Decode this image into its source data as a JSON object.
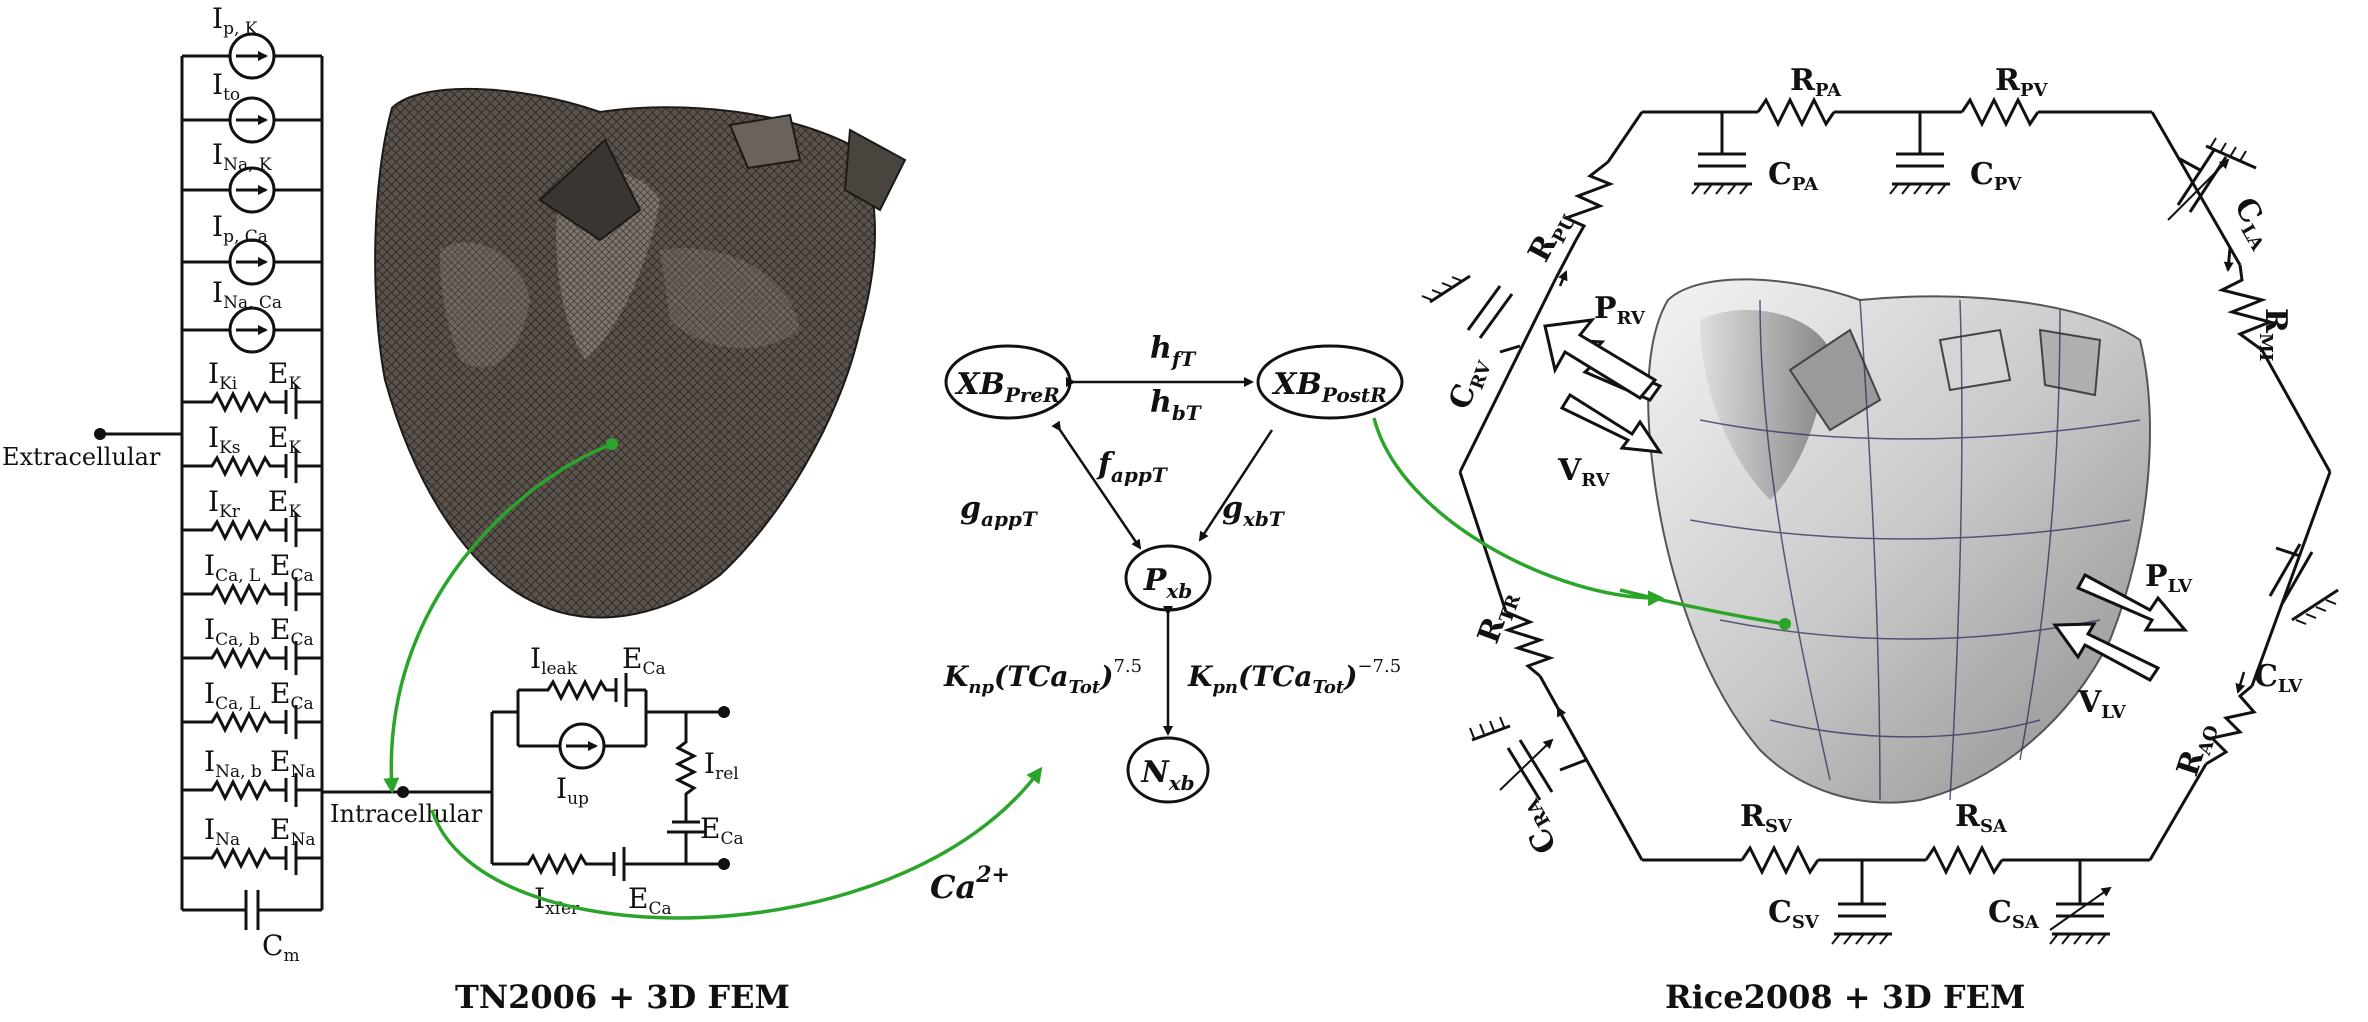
{
  "left_circuit": {
    "current_sources": [
      {
        "main": "I",
        "sub": "p, K"
      },
      {
        "main": "I",
        "sub": "to"
      },
      {
        "main": "I",
        "sub": "Na, K"
      },
      {
        "main": "I",
        "sub": "p, Ca"
      },
      {
        "main": "I",
        "sub": "Na, Ca"
      }
    ],
    "resistor_branches": [
      {
        "main": "I",
        "sub": "Ki",
        "emain": "E",
        "esub": "K"
      },
      {
        "main": "I",
        "sub": "Ks",
        "emain": "E",
        "esub": "K"
      },
      {
        "main": "I",
        "sub": "Kr",
        "emain": "E",
        "esub": "K"
      },
      {
        "main": "I",
        "sub": "Ca, L",
        "emain": "E",
        "esub": "Ca"
      },
      {
        "main": "I",
        "sub": "Ca, b",
        "emain": "E",
        "esub": "Ca"
      },
      {
        "main": "I",
        "sub": "Ca, L",
        "emain": "E",
        "esub": "Ca"
      },
      {
        "main": "I",
        "sub": "Na, b",
        "emain": "E",
        "esub": "Na"
      },
      {
        "main": "I",
        "sub": "Na",
        "emain": "E",
        "esub": "Na"
      }
    ],
    "capacitor": {
      "main": "C",
      "sub": "m"
    },
    "extracellular": "Extracellular",
    "intracellular": "Intracellular",
    "sub_circuit": {
      "leak": {
        "main": "I",
        "sub": "leak"
      },
      "eca1": {
        "main": "E",
        "sub": "Ca"
      },
      "up": {
        "main": "I",
        "sub": "up"
      },
      "rel": {
        "main": "I",
        "sub": "rel"
      },
      "eca2": {
        "main": "E",
        "sub": "Ca"
      },
      "xfer": {
        "main": "I",
        "sub": "xfer"
      },
      "eca3": {
        "main": "E",
        "sub": "Ca"
      }
    },
    "caption": "TN2006 + 3D FEM"
  },
  "middle": {
    "state_pre": {
      "main": "XB",
      "sub": "PreR"
    },
    "state_post": {
      "main": "XB",
      "sub": "PostR"
    },
    "state_pxb": {
      "main": "P",
      "sub": "xb"
    },
    "state_nxb": {
      "main": "N",
      "sub": "xb"
    },
    "hf": {
      "main": "h",
      "sub": "fT"
    },
    "hb": {
      "main": "h",
      "sub": "bT"
    },
    "fapp": {
      "main": "f",
      "sub": "appT"
    },
    "gapp": {
      "main": "g",
      "sub": "appT"
    },
    "gxb": {
      "main": "g",
      "sub": "xbT"
    },
    "knp": {
      "k": "K",
      "ksub": "np",
      "open": "(TCa",
      "tsub": "Tot",
      "close": ")",
      "exp": "7.5"
    },
    "kpn": {
      "k": "K",
      "ksub": "pn",
      "open": "(TCa",
      "tsub": "Tot",
      "close": ")",
      "exp": "−7.5"
    },
    "ion": {
      "main": "Ca",
      "sup": "2+"
    }
  },
  "right_circuit": {
    "RPA": {
      "main": "R",
      "sub": "PA"
    },
    "RPV": {
      "main": "R",
      "sub": "PV"
    },
    "CPA": {
      "main": "C",
      "sub": "PA"
    },
    "CPV": {
      "main": "C",
      "sub": "PV"
    },
    "CLA": {
      "main": "C",
      "sub": "LA"
    },
    "RMI": {
      "main": "R",
      "sub": "MI"
    },
    "CLV": {
      "main": "C",
      "sub": "LV"
    },
    "RAO": {
      "main": "R",
      "sub": "AO"
    },
    "RSA": {
      "main": "R",
      "sub": "SA"
    },
    "RSV": {
      "main": "R",
      "sub": "SV"
    },
    "CSA": {
      "main": "C",
      "sub": "SA"
    },
    "CSV": {
      "main": "C",
      "sub": "SV"
    },
    "CRA": {
      "main": "C",
      "sub": "RA"
    },
    "RTR": {
      "main": "R",
      "sub": "TR"
    },
    "CRV": {
      "main": "C",
      "sub": "RV"
    },
    "RPU": {
      "main": "R",
      "sub": "PU"
    },
    "PRV": {
      "main": "P",
      "sub": "RV"
    },
    "VRV": {
      "main": "V",
      "sub": "RV"
    },
    "PLV": {
      "main": "P",
      "sub": "LV"
    },
    "VLV": {
      "main": "V",
      "sub": "LV"
    },
    "caption": "Rice2008 + 3D FEM"
  }
}
